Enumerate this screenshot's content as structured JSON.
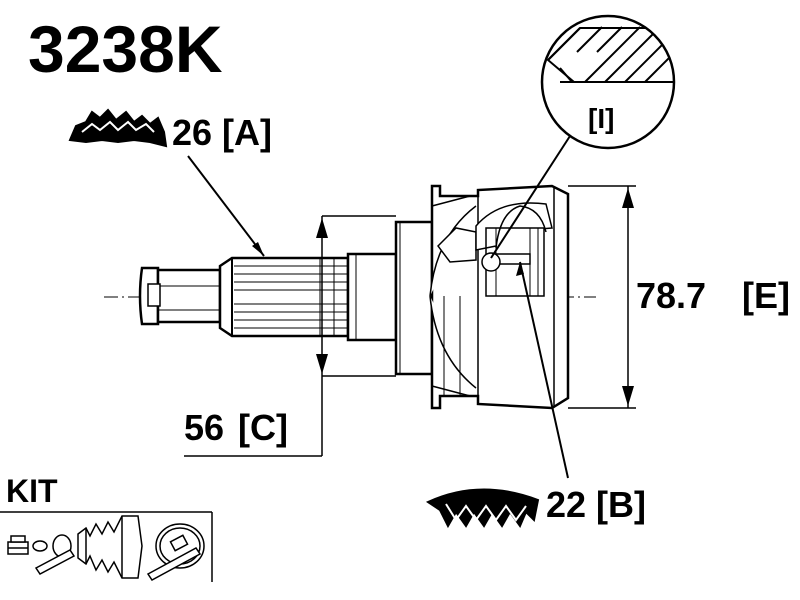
{
  "part_number": "3238K",
  "spline_outer": {
    "value": "26",
    "tag": "[A]"
  },
  "spline_inner": {
    "value": "22",
    "tag": "[B]"
  },
  "shaft_diameter": {
    "value": "56",
    "tag": "[C]"
  },
  "housing_diameter": {
    "value": "78.7",
    "tag": "[E]"
  },
  "detail_tag": "[I]",
  "kit_label": "KIT",
  "colors": {
    "ink": "#000000",
    "background": "#ffffff"
  },
  "icons": [
    "outer-spline-icon",
    "inner-spline-icon",
    "nut-icon",
    "clamp-icon",
    "boot-icon",
    "band-clamp-icon"
  ]
}
